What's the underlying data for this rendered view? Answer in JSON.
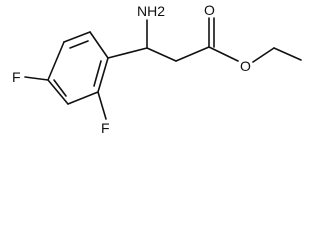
{
  "structure": {
    "atoms": {
      "amine": "NH2",
      "carbonyl_oxygen": "O",
      "ester_oxygen": "O",
      "fluorine_left": "F",
      "fluorine_bottom": "F"
    },
    "colors": {
      "bond": "#111111",
      "label": "#111111",
      "background": "#ffffff"
    }
  }
}
